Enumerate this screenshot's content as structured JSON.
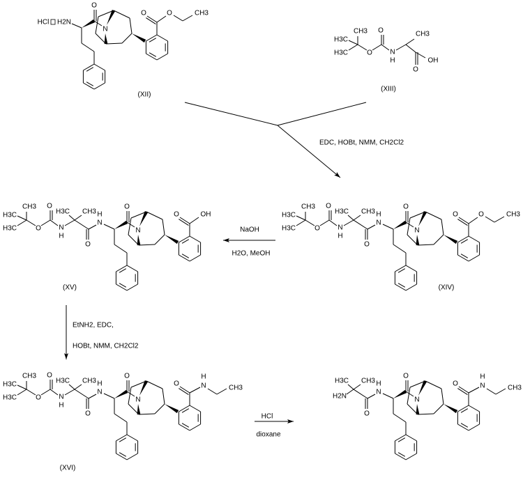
{
  "scheme": {
    "compounds": {
      "XII": {
        "label": "(XII)",
        "salt": "HCl",
        "amine": "H2N",
        "amide_o": "O",
        "ring_n": "N",
        "acid_o1": "O",
        "acid_o2": "O",
        "acid_end": "CH3"
      },
      "XIII": {
        "label": "(XIII)",
        "t_ch3": "CH3",
        "t_h3c_a": "H3C",
        "t_h3c_b": "H3C",
        "o_ester": "O",
        "o_carb": "O",
        "nh_n": "N",
        "nh_h": "H",
        "q_ch3": "CH3",
        "acid_oh": "OH",
        "acid_o": "O"
      },
      "XIV": {
        "label": "(XIV)",
        "t_ch3": "CH3",
        "t_h3c_a": "H3C",
        "t_h3c_b": "H3C",
        "o_ester": "O",
        "o_carb": "O",
        "nh_n": "N",
        "nh_h": "H",
        "q_h3c": "H3C",
        "q_ch3": "CH3",
        "amide1_o": "O",
        "nh2_n": "N",
        "nh2_h": "H",
        "amide_o": "O",
        "ring_n": "N",
        "acid_o1": "O",
        "acid_o2": "O",
        "acid_end": "CH3"
      },
      "XV": {
        "label": "(XV)",
        "t_ch3": "CH3",
        "t_h3c_a": "H3C",
        "t_h3c_b": "H3C",
        "o_ester": "O",
        "o_carb": "O",
        "nh_n": "N",
        "nh_h": "H",
        "q_h3c": "H3C",
        "q_ch3": "CH3",
        "amide1_o": "O",
        "nh2_n": "N",
        "nh2_h": "H",
        "amide_o": "O",
        "ring_n": "N",
        "acid_o1": "O",
        "acid_oh": "OH"
      },
      "XVI": {
        "label": "(XVI)",
        "t_ch3": "CH3",
        "t_h3c_a": "H3C",
        "t_h3c_b": "H3C",
        "o_ester": "O",
        "o_carb": "O",
        "nh_n": "N",
        "nh_h": "H",
        "q_h3c": "H3C",
        "q_ch3": "CH3",
        "amide1_o": "O",
        "nh2_n": "N",
        "nh2_h": "H",
        "amide_o": "O",
        "ring_n": "N",
        "acid_o1": "O",
        "ethyl_n": "N",
        "ethyl_h": "H",
        "acid_end": "CH3"
      },
      "product": {
        "q_h3c": "H3C",
        "q_ch3": "CH3",
        "q_amine": "H2N",
        "amide1_o": "O",
        "nh2_n": "N",
        "nh2_h": "H",
        "amide_o": "O",
        "ring_n": "N",
        "acid_o1": "O",
        "ethyl_n": "N",
        "ethyl_h": "H",
        "acid_end": "CH3"
      }
    },
    "reactions": {
      "coupling": {
        "reagents": "EDC, HOBt, NMM, CH2Cl2"
      },
      "hydrolysis": {
        "reagent": "NaOH",
        "solvent": "H2O, MeOH"
      },
      "amidation": {
        "reagents_1": "EtNH2, EDC,",
        "reagents_2": "HOBt, NMM, CH2Cl2"
      },
      "deprotection": {
        "reagent": "HCl",
        "solvent": "dioxane"
      }
    }
  }
}
